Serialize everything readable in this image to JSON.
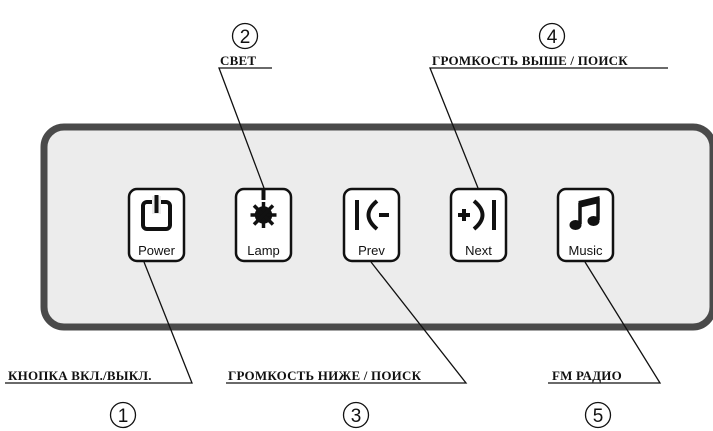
{
  "buttons": [
    {
      "label": "Power",
      "icon": "power-icon"
    },
    {
      "label": "Lamp",
      "icon": "lamp-icon"
    },
    {
      "label": "Prev",
      "icon": "prev-volume-down-icon"
    },
    {
      "label": "Next",
      "icon": "next-volume-up-icon"
    },
    {
      "label": "Music",
      "icon": "music-note-icon"
    }
  ],
  "callouts": [
    {
      "number": "1",
      "text": "КНОПКА ВКЛ./ВЫКЛ."
    },
    {
      "number": "2",
      "text": "СВЕТ"
    },
    {
      "number": "3",
      "text": "ГРОМКОСТЬ НИЖЕ / ПОИСК"
    },
    {
      "number": "4",
      "text": "ГРОМКОСТЬ ВЫШЕ / ПОИСК"
    },
    {
      "number": "5",
      "text": "FM РАДИО"
    }
  ],
  "colors": {
    "panel_fill": "#ececec",
    "panel_border": "#4a4a4a",
    "ink": "#111111"
  }
}
